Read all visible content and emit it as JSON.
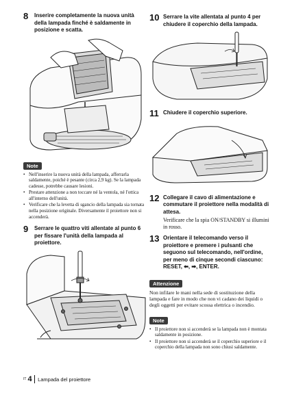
{
  "steps": {
    "s8": {
      "num": "8",
      "text": "Inserire completamente la nuova unità della lampada finché è saldamente in posizione e scatta."
    },
    "s9": {
      "num": "9",
      "text": "Serrare le quattro viti allentate al punto 6 per fissare l'unità della lampada al proiettore."
    },
    "s10": {
      "num": "10",
      "text": "Serrare la vite allentata al punto 4 per chiudere il coperchio della lampada."
    },
    "s11": {
      "num": "11",
      "text": "Chiudere il coperchio superiore."
    },
    "s12": {
      "num": "12",
      "text": "Collegare il cavo di alimentazione e commutare il proiettore nella modalità di attesa.",
      "sub": "Verificare che la spia ON/STANDBY si illumini in rosso."
    },
    "s13": {
      "num": "13",
      "text": "Orientare il telecomando verso il proiettore e premere i pulsanti che seguono sul telecomando, nell'ordine, per meno di cinque secondi ciascuno: RESET, ⬅, ➡, ENTER."
    }
  },
  "note1": {
    "label": "Note",
    "items": [
      "Nell'inserire la nuova unità della lampada, afferrarla saldamente, poiché è pesante (circa 2,9 kg). Se la lampada cadesse, potrebbe causare lesioni.",
      "Prestare attenzione a non toccare né la ventola, né l'ottica all'interno dell'unità.",
      "Verificare che la levetta di sgancio della lampada sia tornata nella posizione originale. Diversamente il proiettore non si accenderà."
    ]
  },
  "attention": {
    "label": "Attenzione",
    "text": "Non infilare le mani nella sede di sostituzione della lampada e fare in modo che non vi cadano dei liquidi o degli oggetti per evitare scossa elettrica o incendio."
  },
  "note2": {
    "label": "Note",
    "items": [
      "Il proiettore non si accenderà se la lampada non è montata saldamente in posizione.",
      "Il proiettore non si accenderà se il coperchio superiore e il coperchio della lampada non sono chiusi saldamente."
    ]
  },
  "footer": {
    "lang": "IT",
    "page": "4",
    "section": "Lampada del proiettore"
  }
}
